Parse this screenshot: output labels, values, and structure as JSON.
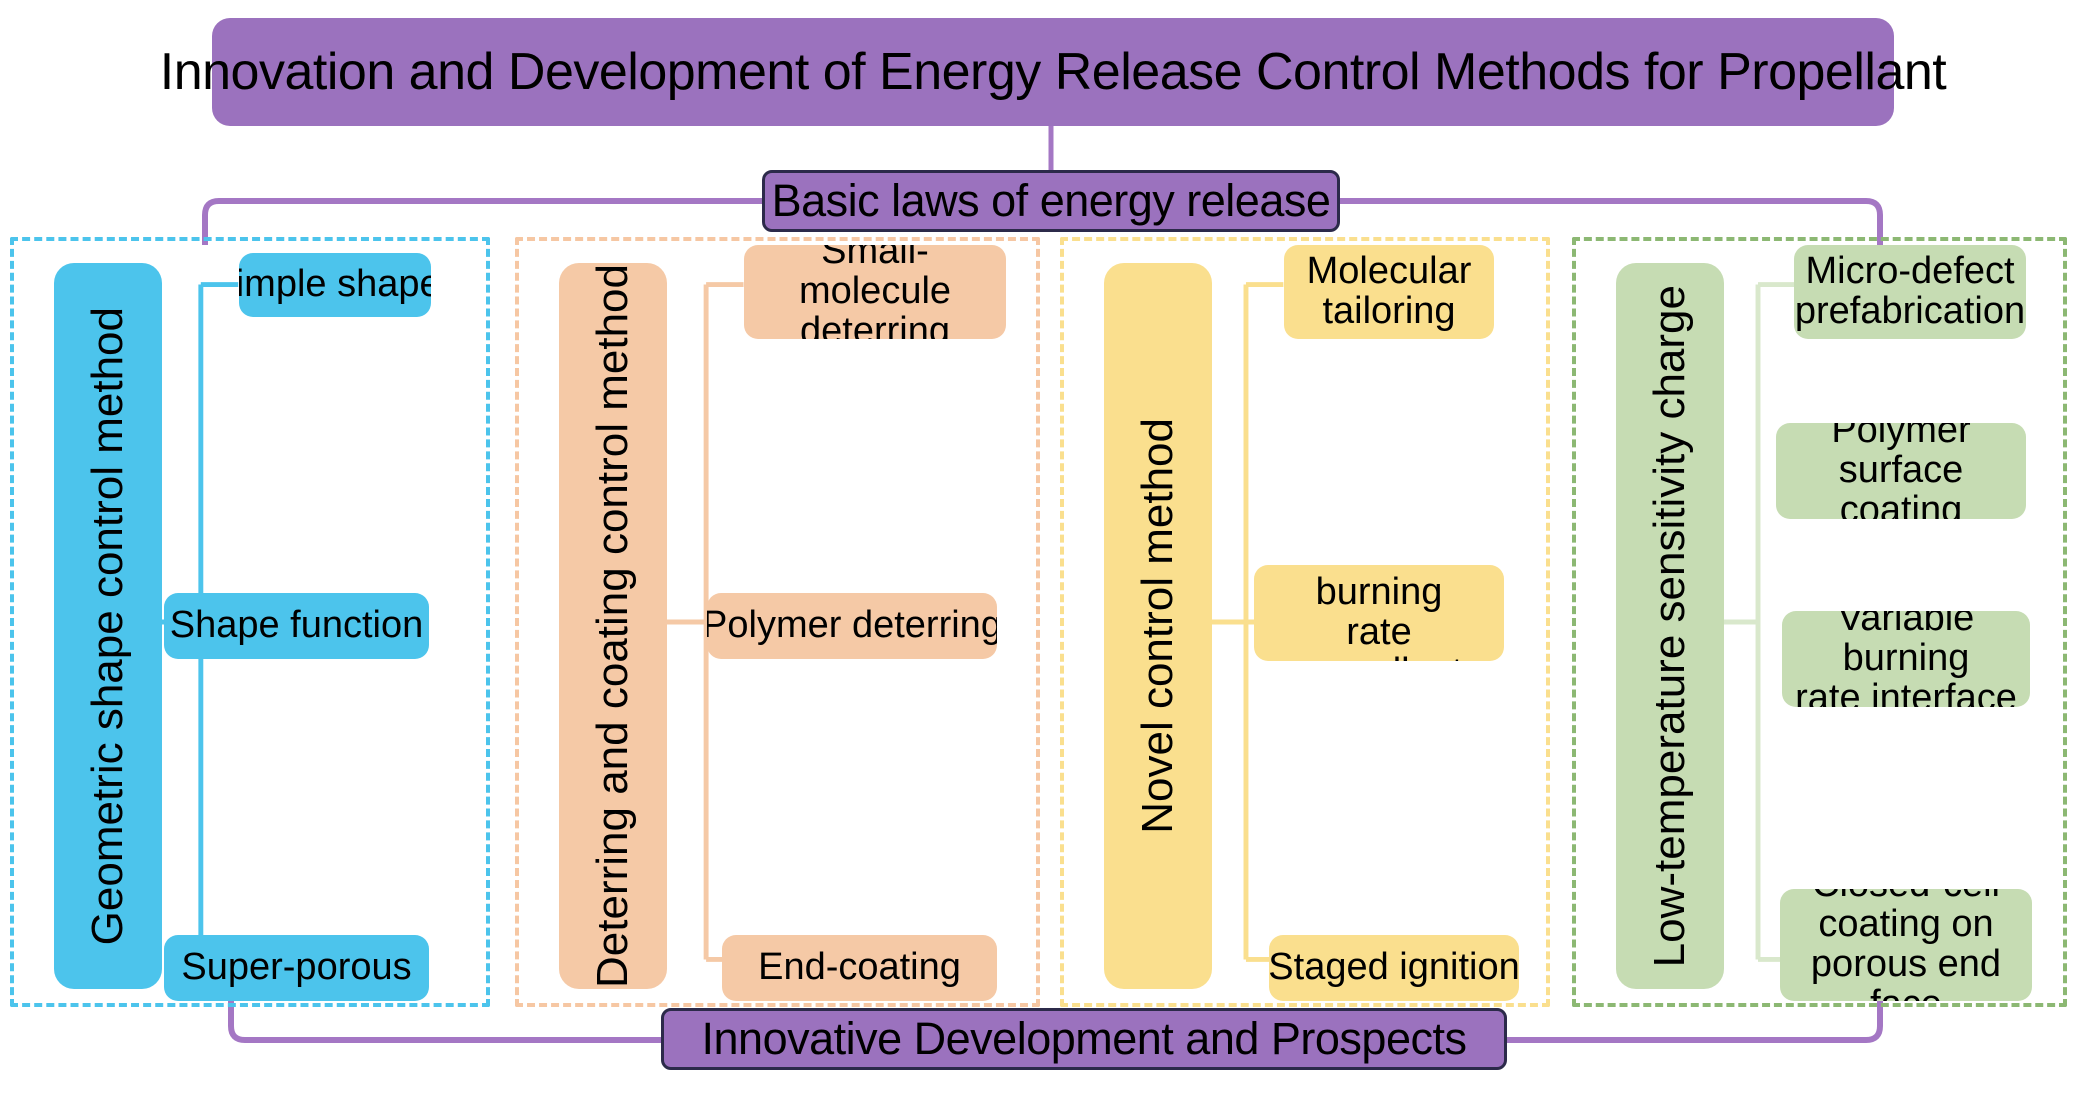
{
  "banners": {
    "title": "Innovation and Development of Energy Release Control Methods for Propellant",
    "middle": "Basic laws of energy release",
    "bottom": "Innovative Development and Prospects"
  },
  "colors": {
    "banner_purple": "#9b72be",
    "banner_border": "#2c2a4a",
    "bracket_purple": "#a477c4",
    "col0_fill": "#4cc4ec",
    "col0_dash": "#4cc4ec",
    "col1_fill": "#f5c9a6",
    "col1_dash": "#f6c7a3",
    "col2_fill": "#fadf8e",
    "col2_dash": "#fadf8e",
    "col3_fill": "#c6dcb3",
    "col3_dash": "#8cb873"
  },
  "columns": [
    {
      "id": "geometric-shape-control-method",
      "parent": "Geometric shape control method",
      "children": [
        {
          "id": "simple-shapes",
          "label": "Simple shapes"
        },
        {
          "id": "shape-function",
          "label": "Shape function"
        },
        {
          "id": "super-porous",
          "label": "Super-porous"
        }
      ]
    },
    {
      "id": "deterring-and-coating-control-method",
      "parent": "Deterring and coating control method",
      "children": [
        {
          "id": "small-molecule-deterring",
          "label": "Small-molecule\ndeterring"
        },
        {
          "id": "polymer-deterring",
          "label": "Polymer deterring"
        },
        {
          "id": "end-coating",
          "label": "End-coating"
        }
      ]
    },
    {
      "id": "novel-control-method",
      "parent": "Novel control method",
      "children": [
        {
          "id": "molecular-tailoring",
          "label": "Molecular\ntailoring"
        },
        {
          "id": "variable-burning-rate-propellant",
          "label": "Variable burning\nrate propellant"
        },
        {
          "id": "staged-ignition",
          "label": "Staged ignition"
        }
      ]
    },
    {
      "id": "low-temperature-sensitivity-charge",
      "parent": "Low-temperature sensitivity charge",
      "children": [
        {
          "id": "micro-defect-prefabrication",
          "label": "Micro-defect\nprefabrication"
        },
        {
          "id": "polymer-surface-coating",
          "label": "Polymer surface\ncoating"
        },
        {
          "id": "variable-burning-rate-interface",
          "label": "Variable burning\nrate interface"
        },
        {
          "id": "closed-cell-coating-on-porous-end-face",
          "label": "Closed-cell\ncoating on\nporous end face"
        }
      ]
    }
  ]
}
